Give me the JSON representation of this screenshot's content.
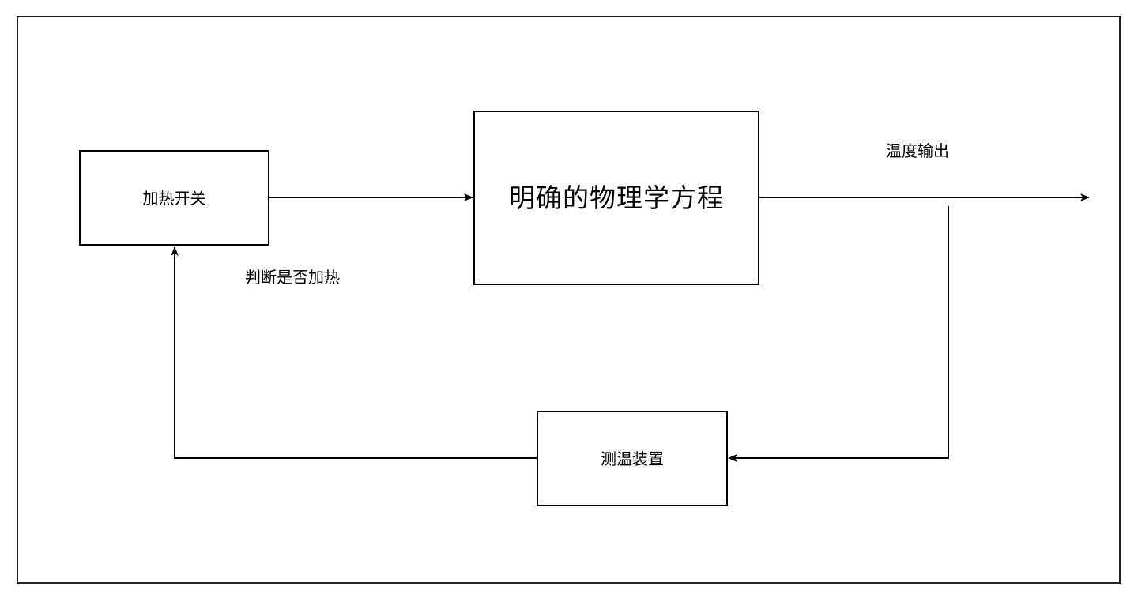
{
  "colors": {
    "stroke": "#000000",
    "frame": "#222222",
    "background": "#ffffff"
  },
  "nodes": {
    "heating_switch": "加热开关",
    "physics_equation": "明确的物理学方程",
    "temp_sensor": "测温装置"
  },
  "edge_labels": {
    "temperature_output": "温度输出",
    "decide_heating": "判断是否加热"
  }
}
